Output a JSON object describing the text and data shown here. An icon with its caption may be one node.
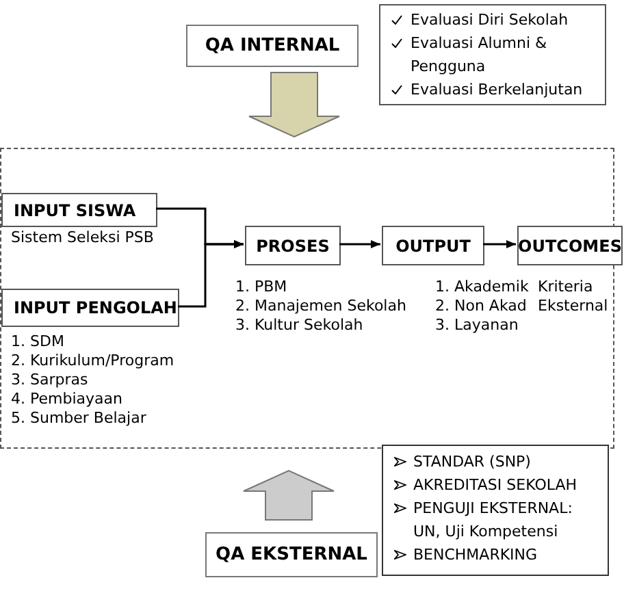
{
  "diagram": {
    "nodes": [
      {
        "text": [
          "QA INTERNAL"
        ]
      },
      {
        "text": [
          "Evaluasi Diri Sekolah",
          "Evaluasi Alumni & Pengguna",
          "Evaluasi Berkelanjutan"
        ]
      },
      {
        "text": [],
        "shape": "box"
      },
      {
        "text": [
          "INPUT SISWA"
        ],
        "in": 2,
        "beside": [
          "Sistem Seleksi PSB"
        ]
      },
      {
        "text": [
          "INPUT PENGOLAH"
        ],
        "in": 2,
        "beside": [
          "1. SDM",
          "2. Kurikulum/Program",
          "3. Sarpras",
          "4. Pembiayaan",
          "5. Sumber Belajar"
        ]
      },
      {
        "text": [
          "PROSES"
        ],
        "in": 2,
        "beside": [
          "1. PBM",
          "2. Manajemen Sekolah",
          "3. Kultur Sekolah"
        ]
      },
      {
        "text": [
          "OUTPUT"
        ],
        "in": 2,
        "beside": [
          "1. Akademik",
          "2. Non Akad",
          "3. Layanan"
        ]
      },
      {
        "text": [
          "OUTCOMES"
        ],
        "in": 2,
        "beside": [
          "Kriteria Eksternal"
        ]
      },
      {
        "text": [
          "QA EKSTERNAL"
        ]
      },
      {
        "text": [
          "STANDAR (SNP)",
          "AKREDITASI SEKOLAH",
          "PENGUJI EKSTERNAL: UN, Uji Kompetensi",
          "BENCHMARKING"
        ]
      }
    ],
    "edges": [
      {
        "from": 0,
        "to": 2,
        "arrow": "to",
        "style": "thick",
        "color": "#d7d4ab"
      },
      {
        "from": 3,
        "to": 5,
        "arrow": "to"
      },
      {
        "from": 4,
        "to": 5,
        "arrow": "to"
      },
      {
        "from": 5,
        "to": 6,
        "arrow": "to"
      },
      {
        "from": 6,
        "to": 7,
        "arrow": "to"
      },
      {
        "from": 8,
        "to": 2,
        "arrow": "to",
        "style": "thick",
        "color": "#cccccc"
      }
    ]
  }
}
